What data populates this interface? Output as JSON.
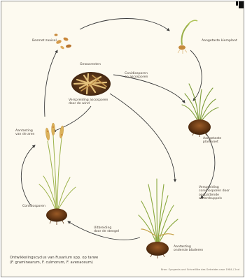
{
  "labels": {
    "besmet_zaaisel": "Besmet zaaisel",
    "gewasresten": "Gewasresten",
    "conidiosporen_ascosporen": "Conidiosporen\nen ascosporen",
    "verspreiding_wind": "Verspreiding ascosporen\ndoor de wind",
    "aantasting_aren": "Aantasting\nvan de aren",
    "conidiosporen": "Conidiosporen",
    "aangetaste_kiemplant": "Aangetaste kiemplant",
    "aangetaste_plantvoet": "Aangetaste\nplantvoet",
    "verspreiding_waterdruppels": "Verspreiding\nconidiosporen door\nopspattende\nwaterdruppels",
    "aantasting_onderste_bladeren": "Aantasting\nonderste bladeren",
    "uitbreiding_stengel": "Uitbreiding\ndoor de stengel"
  },
  "caption": "Ontwikkelingscyclus van Fusarium spp. op tarwe\n(F. graminearum, F. culmorum, F. avenaceum)",
  "credit": "Bron: Syngenta und Schnelllike des Getreides naar 1984 / 2nd",
  "colors": {
    "arrow": "#3a3a3a",
    "frame": "#8a8a8a",
    "background": "#fdfaf0",
    "text": "#4a4038"
  }
}
